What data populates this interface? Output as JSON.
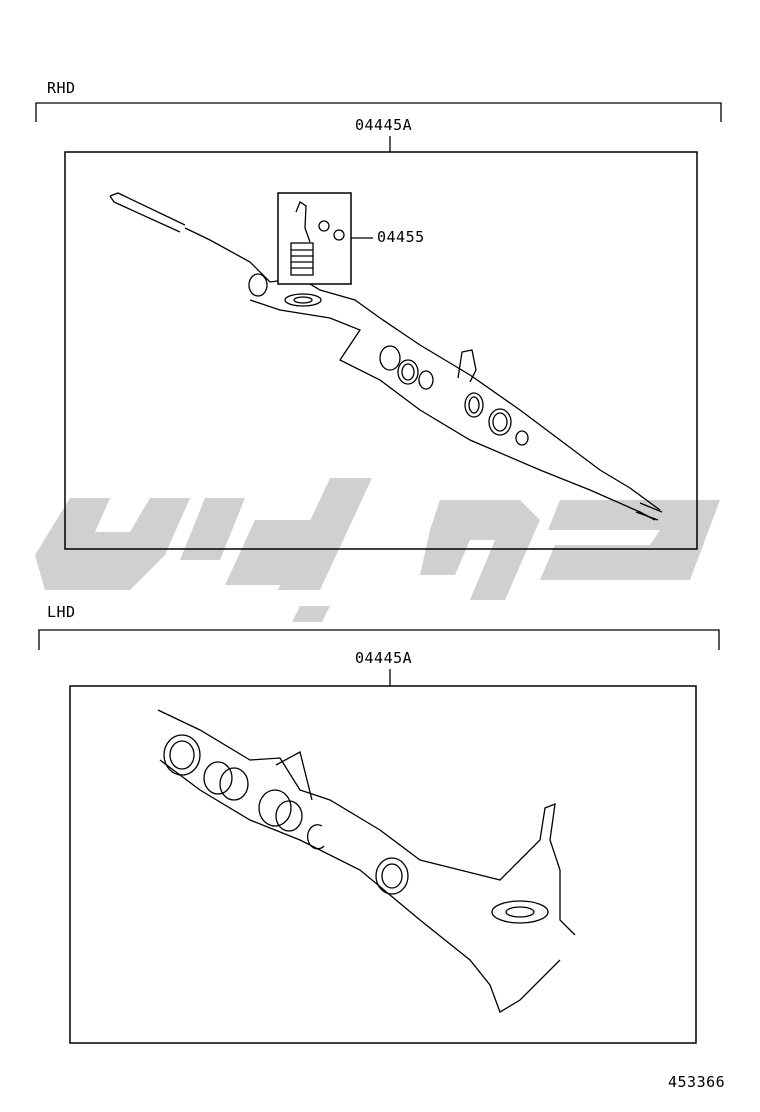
{
  "rhd": {
    "section_label": "RHD",
    "kit_part_number": "04445A",
    "sub_kit_part_number": "04455"
  },
  "lhd": {
    "section_label": "LHD",
    "kit_part_number": "04445A"
  },
  "illustration_number": "453366",
  "watermark": {
    "color": "#cfcfcf"
  }
}
